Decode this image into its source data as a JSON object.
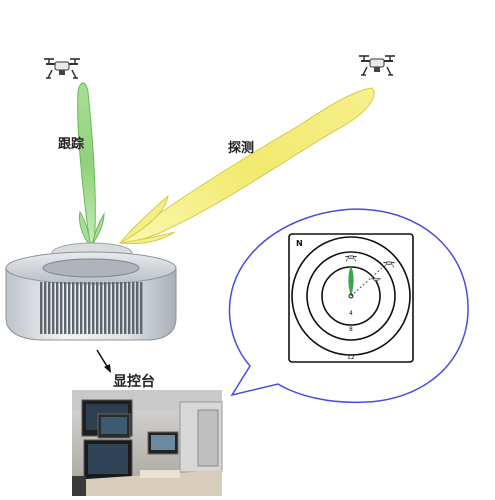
{
  "labels": {
    "tracking": "跟踪",
    "detection": "探测",
    "console": "显控台"
  },
  "radar_scope": {
    "north_marker": "N",
    "range_labels": [
      "4",
      "8",
      "12"
    ]
  },
  "colors": {
    "tracking_beam": "#8fd27a",
    "detection_beam": "#f2ea6e",
    "callout_border": "#4b4be0",
    "scope_ring": "#111111",
    "scope_target": "#3aa84a"
  },
  "icons": [
    "drone-icon",
    "radar-antenna-icon",
    "console-photo"
  ]
}
